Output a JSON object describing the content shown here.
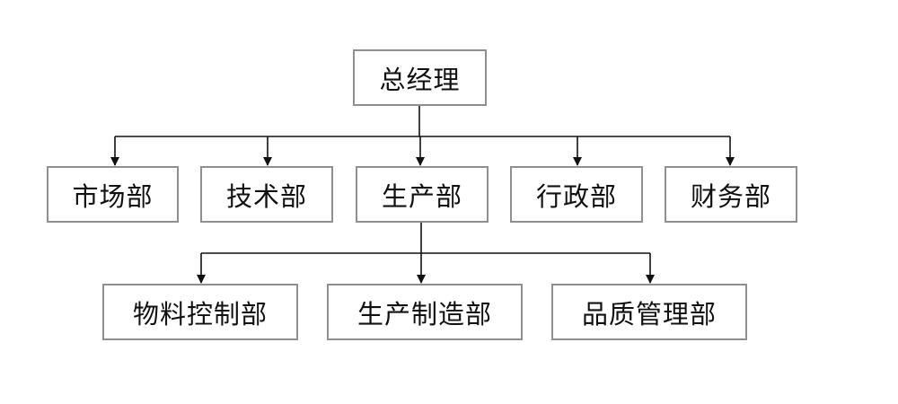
{
  "org": {
    "root": {
      "label": "总经理"
    },
    "departments": [
      {
        "label": "市场部"
      },
      {
        "label": "技术部"
      },
      {
        "label": "生产部"
      },
      {
        "label": "行政部"
      },
      {
        "label": "财务部"
      }
    ],
    "production_units": [
      {
        "label": "物料控制部"
      },
      {
        "label": "生产制造部"
      },
      {
        "label": "品质管理部"
      }
    ]
  },
  "colors": {
    "box_border": "#8f8f8f",
    "connector": "#111111",
    "text": "#111111",
    "background": "#ffffff"
  }
}
